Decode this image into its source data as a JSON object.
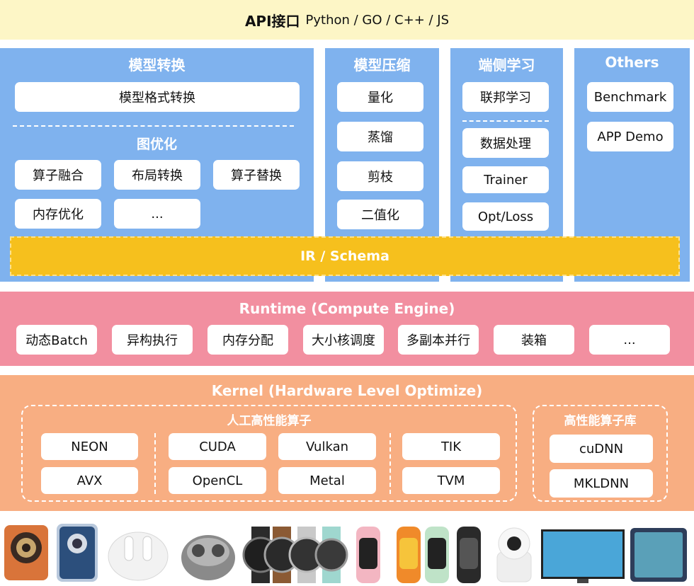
{
  "api": {
    "title": "API接口",
    "languages": "Python / GO / C++ / JS"
  },
  "model_convert": {
    "title": "模型转换",
    "format_box": "模型格式转换",
    "graph_title": "图优化",
    "items": [
      "算子融合",
      "布局转换",
      "算子替换",
      "内存优化",
      "..."
    ]
  },
  "model_compress": {
    "title": "模型压缩",
    "items": [
      "量化",
      "蒸馏",
      "剪枝",
      "二值化"
    ]
  },
  "edge_learning": {
    "title": "端侧学习",
    "items": [
      "联邦学习",
      "数据处理",
      "Trainer",
      "Opt/Loss"
    ]
  },
  "others": {
    "title": "Others",
    "items": [
      "Benchmark",
      "APP Demo"
    ]
  },
  "ir": {
    "label": "IR / Schema"
  },
  "runtime": {
    "title": "Runtime (Compute Engine)",
    "items": [
      "动态Batch",
      "异构执行",
      "内存分配",
      "大小核调度",
      "多副本并行",
      "装箱",
      "..."
    ]
  },
  "kernel": {
    "title": "Kernel (Hardware Level Optimize)",
    "manual_title": "人工高性能算子",
    "manual_items": [
      "NEON",
      "AVX",
      "CUDA",
      "OpenCL",
      "Vulkan",
      "Metal",
      "TIK",
      "TVM"
    ],
    "lib_title": "高性能算子库",
    "lib_items": [
      "cuDNN",
      "MKLDNN"
    ]
  },
  "colors": {
    "blue": "#7fb2ee",
    "yellow": "#f6c01d",
    "pink": "#f28fa0",
    "orange": "#f8ae82",
    "api_bg": "#fdf6c6"
  },
  "devices": [
    "phone-icon",
    "phone-icon",
    "earbuds-icon",
    "earbuds-icon",
    "watch-icon",
    "band-icon",
    "camera-icon",
    "tv-icon",
    "tablet-icon"
  ]
}
